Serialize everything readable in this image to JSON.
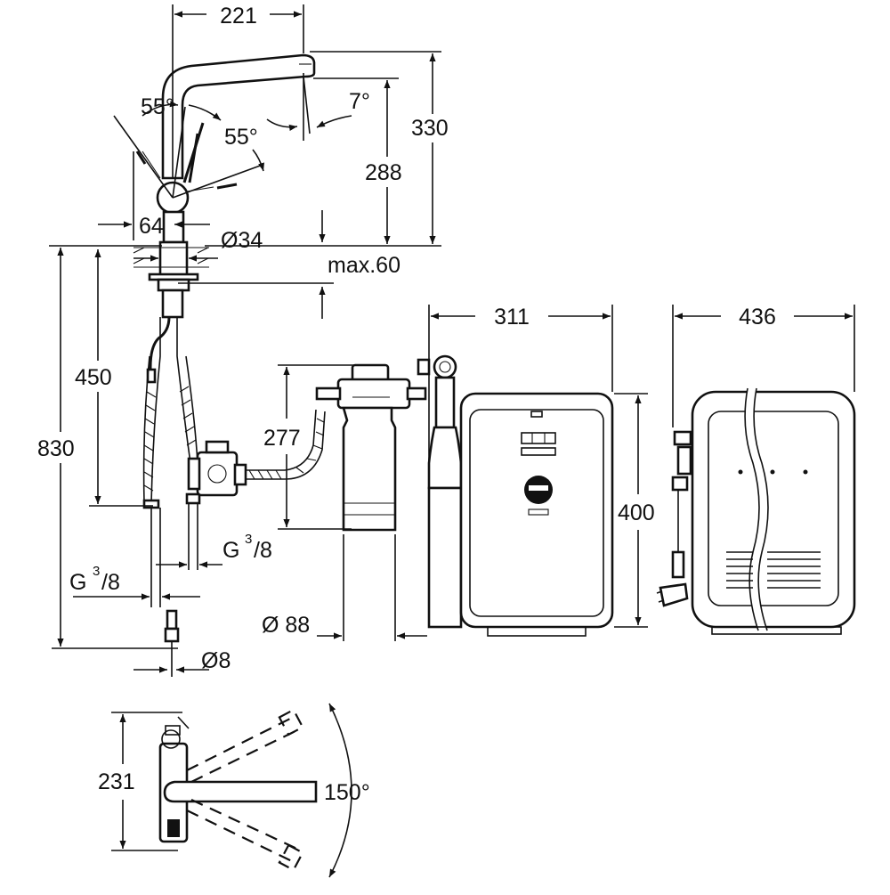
{
  "colors": {
    "ink": "#111111",
    "background": "#ffffff"
  },
  "dimensions": {
    "faucet_width": "221",
    "swivel_angle_left": "55°",
    "swivel_angle_right": "55°",
    "spout_tilt": "7°",
    "faucet_height": "330",
    "spout_height": "288",
    "lever_offset": "64",
    "mount_diameter": "Ø34",
    "max_deck": "max.60",
    "hose_length": "450",
    "total_length": "830",
    "filter_height": "277",
    "connection_right": "G",
    "connection_right_frac": "3",
    "connection_right_den": "/8",
    "connection_left": "G",
    "connection_left_frac": "3",
    "connection_left_den": "/8",
    "filter_diameter": "Ø 88",
    "pipe_diameter": "Ø8",
    "boiler_width": "311",
    "boiler_depth": "436",
    "boiler_height": "400",
    "top_view_depth": "231",
    "rotation_angle": "150°"
  }
}
